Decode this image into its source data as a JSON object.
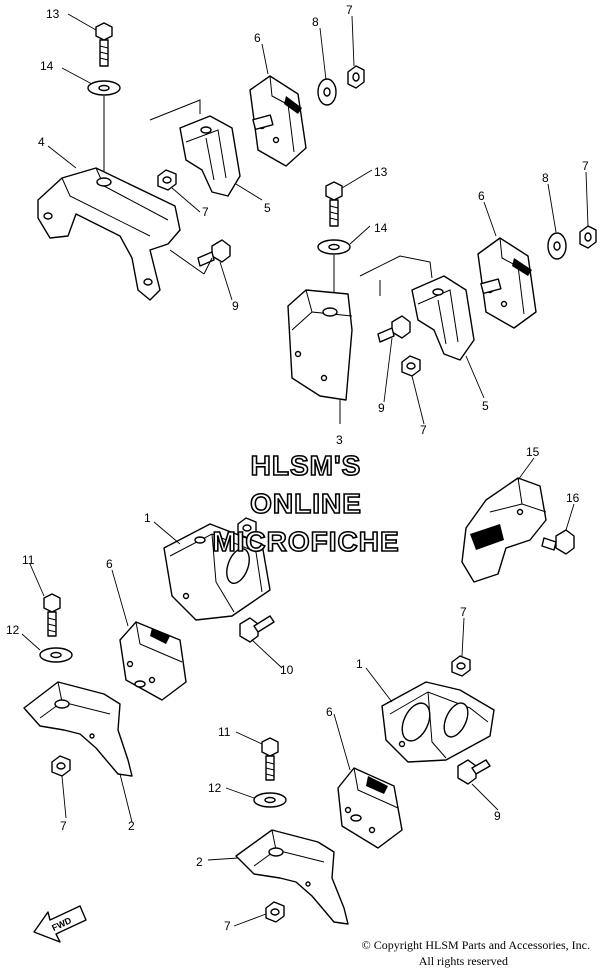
{
  "watermark": {
    "line1": "HLSM'S",
    "line2": "ONLINE",
    "line3": "MICROFICHE"
  },
  "copyright": {
    "line1": "© Copyright HLSM Parts and Accessories, Inc.",
    "line2": "All rights reserved"
  },
  "fwd_indicator": "FWD",
  "callouts": [
    {
      "id": "c13a",
      "label": "13"
    },
    {
      "id": "c14a",
      "label": "14"
    },
    {
      "id": "c4",
      "label": "4"
    },
    {
      "id": "c6a",
      "label": "6"
    },
    {
      "id": "c8a",
      "label": "8"
    },
    {
      "id": "c7a",
      "label": "7"
    },
    {
      "id": "c7b",
      "label": "7"
    },
    {
      "id": "c5a",
      "label": "5"
    },
    {
      "id": "c9a",
      "label": "9"
    },
    {
      "id": "c13b",
      "label": "13"
    },
    {
      "id": "c14b",
      "label": "14"
    },
    {
      "id": "c6b",
      "label": "6"
    },
    {
      "id": "c8b",
      "label": "8"
    },
    {
      "id": "c7c",
      "label": "7"
    },
    {
      "id": "c9b",
      "label": "9"
    },
    {
      "id": "c7d",
      "label": "7"
    },
    {
      "id": "c5b",
      "label": "5"
    },
    {
      "id": "c3",
      "label": "3"
    },
    {
      "id": "c15",
      "label": "15"
    },
    {
      "id": "c16",
      "label": "16"
    },
    {
      "id": "c1a",
      "label": "1"
    },
    {
      "id": "c6c",
      "label": "6"
    },
    {
      "id": "c11a",
      "label": "11"
    },
    {
      "id": "c12a",
      "label": "12"
    },
    {
      "id": "c10",
      "label": "10"
    },
    {
      "id": "c7e",
      "label": "7"
    },
    {
      "id": "c2a",
      "label": "2"
    },
    {
      "id": "c7f",
      "label": "7"
    },
    {
      "id": "c1b",
      "label": "1"
    },
    {
      "id": "c6d",
      "label": "6"
    },
    {
      "id": "c11b",
      "label": "11"
    },
    {
      "id": "c12b",
      "label": "12"
    },
    {
      "id": "c9c",
      "label": "9"
    },
    {
      "id": "c2b",
      "label": "2"
    },
    {
      "id": "c7g",
      "label": "7"
    }
  ]
}
